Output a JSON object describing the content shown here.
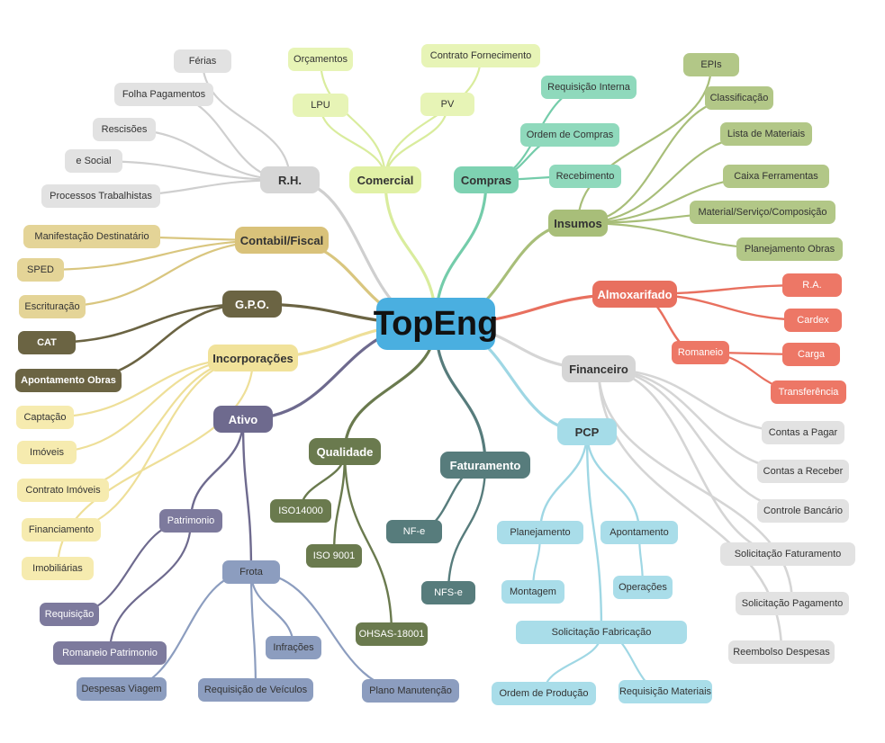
{
  "root": {
    "label": "TopEng",
    "color": "#4AAFE0"
  },
  "nodes": {
    "rh": "R.H.",
    "ferias": "Férias",
    "folha": "Folha Pagamentos",
    "rescisoes": "Rescisões",
    "esocial": "e Social",
    "processos": "Processos Trabalhistas",
    "contabil": "Contabil/Fiscal",
    "manifest": "Manifestação Destinatário",
    "sped": "SPED",
    "escrit": "Escrituração",
    "gpo": "G.P.O.",
    "cat": "CAT",
    "apontObras": "Apontamento Obras",
    "incorp": "Incorporações",
    "captacao": "Captação",
    "imoveis": "Imóveis",
    "contratoImov": "Contrato Imóveis",
    "financ": "Financiamento",
    "imobil": "Imobiliárias",
    "ativo": "Ativo",
    "patrimonio": "Patrimonio",
    "requisicao": "Requisição",
    "romaneioPat": "Romaneio Patrimonio",
    "frota": "Frota",
    "despesasViagem": "Despesas Viagem",
    "reqVeiculos": "Requisição de Veículos",
    "infracoes": "Infrações",
    "planoManut": "Plano Manutenção",
    "comercial": "Comercial",
    "orcamentos": "Orçamentos",
    "contratoForn": "Contrato Fornecimento",
    "lpu": "LPU",
    "pv": "PV",
    "compras": "Compras",
    "reqInterna": "Requisição Interna",
    "ordemCompras": "Ordem de Compras",
    "recebimento": "Recebimento",
    "insumos": "Insumos",
    "epis": "EPIs",
    "classif": "Classificação",
    "listaMat": "Lista de Materiais",
    "caixaFerr": "Caixa Ferramentas",
    "matServ": "Material/Serviço/Composição",
    "planObras": "Planejamento Obras",
    "almox": "Almoxarifado",
    "ra": "R.A.",
    "cardex": "Cardex",
    "romaneio": "Romaneio",
    "carga": "Carga",
    "transf": "Transferência",
    "financeiro": "Financeiro",
    "contasPagar": "Contas a Pagar",
    "contasReceber": "Contas a Receber",
    "controleBanc": "Controle Bancário",
    "solicFat": "Solicitação Faturamento",
    "solicPag": "Solicitação Pagamento",
    "reembolso": "Reembolso Despesas",
    "pcp": "PCP",
    "planejamento": "Planejamento",
    "apontamento": "Apontamento",
    "montagem": "Montagem",
    "operacoes": "Operações",
    "solicFab": "Solicitação Fabricação",
    "ordemProd": "Ordem de Produção",
    "reqMateriais": "Requisição Materiais",
    "qualidade": "Qualidade",
    "iso14000": "ISO14000",
    "iso9001": "ISO 9001",
    "ohsas": "OHSAS-18001",
    "faturamento": "Faturamento",
    "nfe": "NF-e",
    "nfse": "NFS-e"
  },
  "palette": {
    "rh_main": "#D6D6D6",
    "rh_child": "#E2E2E2",
    "rh_line": "#CFCFCF",
    "contabil_main": "#D9C27A",
    "contabil_child": "#E4D497",
    "contabil_line": "#D9C67F",
    "gpo_main": "#6B6443",
    "gpo_line": "#6B6443",
    "incorp_main": "#F1E29A",
    "incorp_child": "#F6EBAF",
    "incorp_line": "#EEDF98",
    "ativo_main": "#6E6A8E",
    "ativo_child": "#7D7A9D",
    "ativo_line": "#6E6A8E",
    "frota_main": "#8C9DBF",
    "frota_child": "#8C9DBF",
    "frota_line": "#8C9DBF",
    "comercial_main": "#E1F1A6",
    "comercial_child": "#E7F4B6",
    "comercial_line": "#D9EC9D",
    "compras_main": "#7ED2B2",
    "compras_child": "#8FD9BC",
    "compras_line": "#74CCAA",
    "insumos_main": "#A8BE79",
    "insumos_child": "#B2C787",
    "insumos_line": "#A8BE79",
    "almox_main": "#E8705F",
    "almox_child": "#ED7766",
    "almox_line": "#E8705F",
    "fin_main": "#D6D6D6",
    "fin_child": "#E2E2E2",
    "fin_line": "#D5D5D5",
    "pcp_main": "#A5DCE8",
    "pcp_child": "#A9DDE9",
    "pcp_line": "#9FD7E4",
    "qual_main": "#6A7A4E",
    "qual_child": "#6A7A4E",
    "qual_line": "#6A7A4E",
    "fat_main": "#577C7C",
    "fat_child": "#577C7C",
    "fat_line": "#577C7C"
  }
}
